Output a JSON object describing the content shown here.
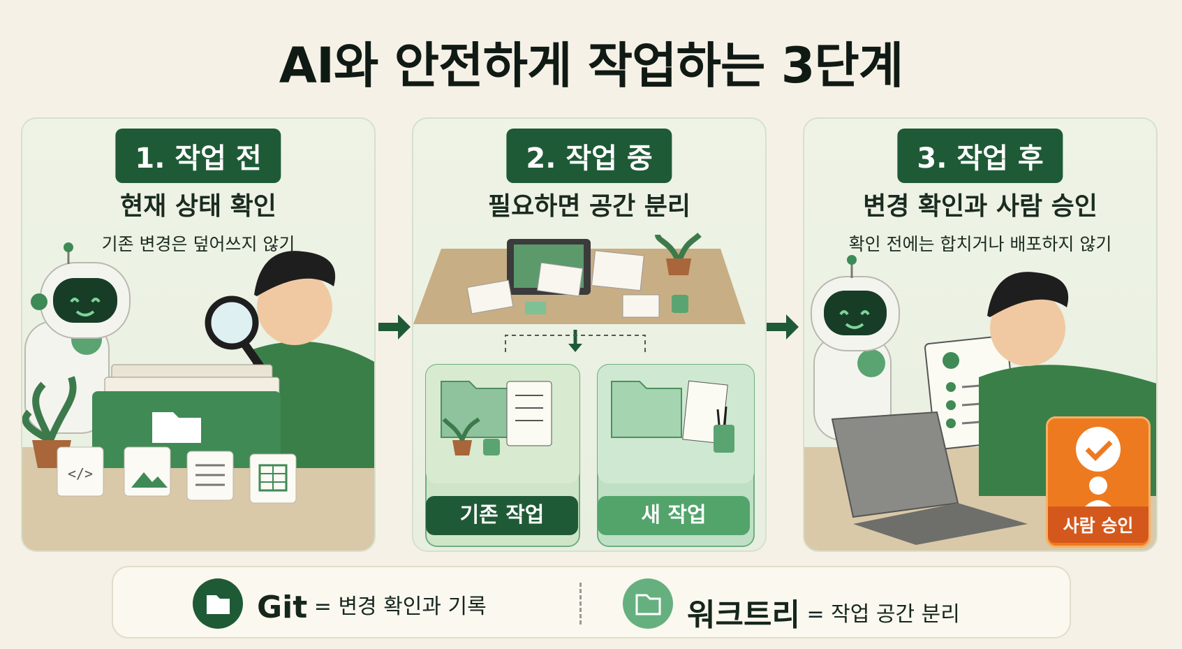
{
  "title": "AI와 안전하게 작업하는 3단계",
  "steps": [
    {
      "badge": "1. 작업 전",
      "subtitle": "현재 상태 확인",
      "description": "기존 변경은 덮어쓰지 않기"
    },
    {
      "badge": "2. 작업 중",
      "subtitle": "필요하면 공간 분리",
      "labels": {
        "existing": "기존 작업",
        "new": "새 작업"
      }
    },
    {
      "badge": "3. 작업 후",
      "subtitle": "변경 확인과 사람 승인",
      "description": "확인 전에는 합치거나 배포하지 않기",
      "approval_label": "사람 승인"
    }
  ],
  "legend": {
    "git_name": "Git",
    "git_desc": "= 변경 확인과 기록",
    "worktree_name": "워크트리",
    "worktree_desc": "= 작업 공간 분리"
  },
  "colors": {
    "dark_green": "#1f5a37",
    "light_green": "#52a46b",
    "orange": "#ee7a1f",
    "background": "#f6f1e6"
  }
}
